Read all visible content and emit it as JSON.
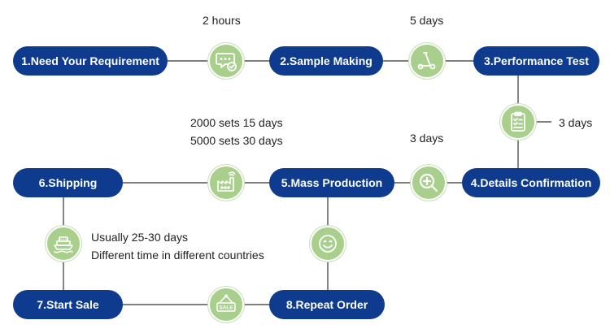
{
  "colors": {
    "step_fill": "#0f3b8f",
    "node_fill": "#a9cf8d",
    "line": "#333333"
  },
  "steps": [
    {
      "label": "1.Need Your Requirement"
    },
    {
      "label": "2.Sample Making"
    },
    {
      "label": "3.Performance Test"
    },
    {
      "label": "4.Details Confirmation"
    },
    {
      "label": "5.Mass Production"
    },
    {
      "label": "6.Shipping"
    },
    {
      "label": "7.Start Sale"
    },
    {
      "label": "8.Repeat Order"
    }
  ],
  "durations": {
    "requirement_to_sample": "2 hours",
    "sample_to_test": "5 days",
    "test_to_confirmation": "3 days",
    "confirmation_to_production": "3 days",
    "production_to_shipping": [
      "2000 sets 15 days",
      "5000 sets 30 days"
    ],
    "shipping_to_sale": [
      "Usually 25-30 days",
      "Different time in different countries"
    ]
  },
  "icons": {
    "requirement_to_sample": "chat-check-icon",
    "sample_to_test": "scooter-icon",
    "test_to_confirmation": "clipboard-checklist-icon",
    "confirmation_to_production": "magnifier-plus-icon",
    "production_to_shipping": "factory-icon",
    "shipping_to_sale": "ship-icon",
    "sale_to_repeat": "sale-tag-icon",
    "production_to_repeat": "smiley-icon"
  },
  "sale_tag_text": "SALE"
}
